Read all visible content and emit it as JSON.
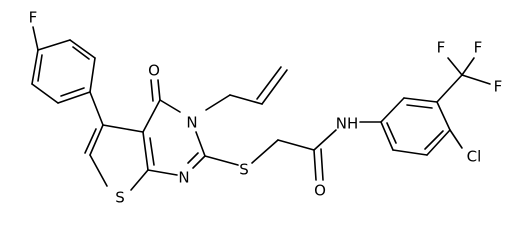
{
  "molecule": {
    "atom_labels": {
      "fluoro_top": "F",
      "oxo": "O",
      "ring_n3": "N",
      "ring_n1": "N",
      "thiophene_s": "S",
      "thioether_s": "S",
      "amide_o": "O",
      "amide_nh": "NH",
      "cf3_f_top_left": "F",
      "cf3_f_top_right": "F",
      "cf3_f_right": "F",
      "chloro": "Cl"
    }
  }
}
